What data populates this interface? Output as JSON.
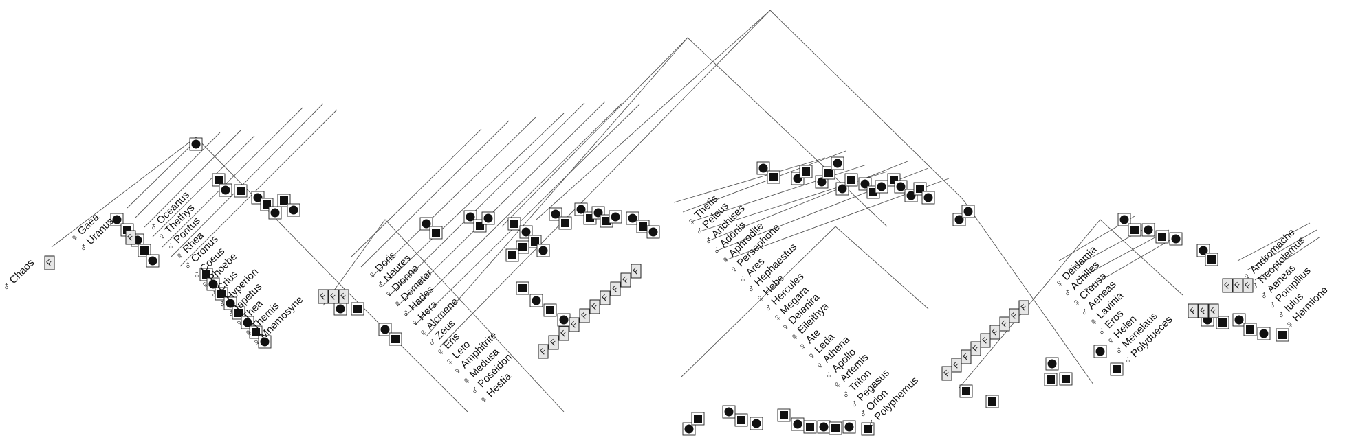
{
  "family_marker_label": "F",
  "genealogy_nodes": [
    {
      "symbol": "♂",
      "name": "Chaos"
    },
    {
      "symbol": "♀",
      "name": "Gaea"
    },
    {
      "symbol": "♂",
      "name": "Uranus"
    },
    {
      "symbol": "♂",
      "name": "Oceanus"
    },
    {
      "symbol": "♀",
      "name": "Thethys"
    },
    {
      "symbol": "♂",
      "name": "Pontus"
    },
    {
      "symbol": "♀",
      "name": "Rhea"
    },
    {
      "symbol": "♂",
      "name": "Cronus"
    },
    {
      "symbol": "♂",
      "name": "Coeus"
    },
    {
      "symbol": "♀",
      "name": "Phoebe"
    },
    {
      "symbol": "♂",
      "name": "Crius"
    },
    {
      "symbol": "♂",
      "name": "Hyperion"
    },
    {
      "symbol": "♂",
      "name": "Iapetus"
    },
    {
      "symbol": "♀",
      "name": "Thea"
    },
    {
      "symbol": "♀",
      "name": "Themis"
    },
    {
      "symbol": "♀",
      "name": "Mnemosyne"
    },
    {
      "symbol": "♀",
      "name": "Doris"
    },
    {
      "symbol": "♂",
      "name": "Neures"
    },
    {
      "symbol": "♀",
      "name": "Dionne"
    },
    {
      "symbol": "♀",
      "name": "Demeter"
    },
    {
      "symbol": "♂",
      "name": "Hades"
    },
    {
      "symbol": "♀",
      "name": "Hera"
    },
    {
      "symbol": "♀",
      "name": "Alcmene"
    },
    {
      "symbol": "♂",
      "name": "Zeus"
    },
    {
      "symbol": "♀",
      "name": "Eris"
    },
    {
      "symbol": "♀",
      "name": "Leto"
    },
    {
      "symbol": "♀",
      "name": "Amphitrite"
    },
    {
      "symbol": "♀",
      "name": "Medusa"
    },
    {
      "symbol": "♂",
      "name": "Poseidon"
    },
    {
      "symbol": "♀",
      "name": "Hestia"
    },
    {
      "symbol": "♀",
      "name": "Thetis"
    },
    {
      "symbol": "♂",
      "name": "Peleus"
    },
    {
      "symbol": "♂",
      "name": "Anchises"
    },
    {
      "symbol": "♂",
      "name": "Adonis"
    },
    {
      "symbol": "♀",
      "name": "Aphrodite"
    },
    {
      "symbol": "♀",
      "name": "Persephone"
    },
    {
      "symbol": "♂",
      "name": "Ares"
    },
    {
      "symbol": "♂",
      "name": "Hephaestus"
    },
    {
      "symbol": "♀",
      "name": "Hebe"
    },
    {
      "symbol": "♂",
      "name": "Hercules"
    },
    {
      "symbol": "♀",
      "name": "Megara"
    },
    {
      "symbol": "♀",
      "name": "Deianira"
    },
    {
      "symbol": "♀",
      "name": "Eileithya"
    },
    {
      "symbol": "♀",
      "name": "Ate"
    },
    {
      "symbol": "♀",
      "name": "Leda"
    },
    {
      "symbol": "♀",
      "name": "Athena"
    },
    {
      "symbol": "♂",
      "name": "Apollo"
    },
    {
      "symbol": "♀",
      "name": "Artemis"
    },
    {
      "symbol": "♂",
      "name": "Triton"
    },
    {
      "symbol": "♂",
      "name": "Pegasus"
    },
    {
      "symbol": "♂",
      "name": "Orion"
    },
    {
      "symbol": "♂",
      "name": "Polyphemus"
    },
    {
      "symbol": "♀",
      "name": "Deidamia"
    },
    {
      "symbol": "♂",
      "name": "Achilles"
    },
    {
      "symbol": "♀",
      "name": "Creusa"
    },
    {
      "symbol": "♂",
      "name": "Aeneas"
    },
    {
      "symbol": "♀",
      "name": "Lavinia"
    },
    {
      "symbol": "♂",
      "name": "Eros"
    },
    {
      "symbol": "♀",
      "name": "Helen"
    },
    {
      "symbol": "♂",
      "name": "Menelaus"
    },
    {
      "symbol": "♂",
      "name": "Polydueces"
    },
    {
      "symbol": "♀",
      "name": "Andromache"
    },
    {
      "symbol": "♂",
      "name": "Neoptolemus"
    },
    {
      "symbol": "♂",
      "name": "Aeneas"
    },
    {
      "symbol": "♂",
      "name": "Pompilius"
    },
    {
      "symbol": "♂",
      "name": "Iulus"
    },
    {
      "symbol": "♀",
      "name": "Hermione"
    }
  ]
}
